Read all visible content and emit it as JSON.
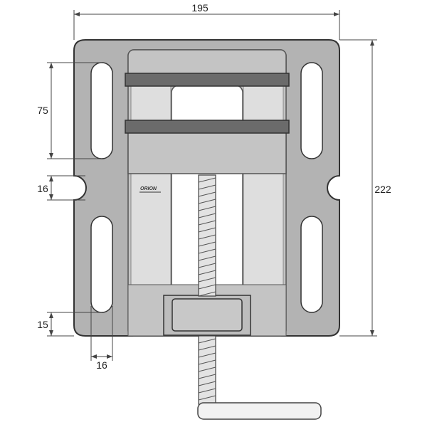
{
  "dimensions": {
    "width_top": "195",
    "height_right": "222",
    "slot_length": "75",
    "notch_width": "16",
    "bottom_offset": "15",
    "slot_width": "16"
  },
  "brand": {
    "label": "ORION"
  },
  "colors": {
    "plate": "#b3b3b3",
    "jaw_light": "#dedede",
    "jaw_mid": "#c4c4c4",
    "rail": "#6b6b6b",
    "outline": "#333333",
    "dim_line": "#444444"
  }
}
